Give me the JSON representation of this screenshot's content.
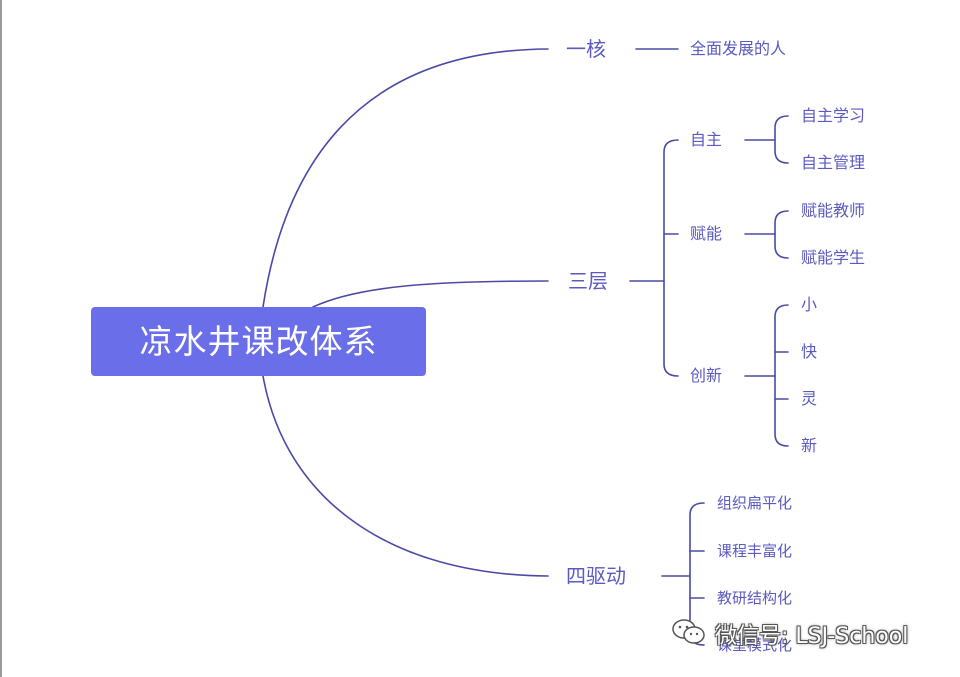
{
  "diagram": {
    "root": "凉水井课改体系",
    "branches": [
      {
        "label": "一核",
        "children": [
          {
            "label": "全面发展的人",
            "children": []
          }
        ]
      },
      {
        "label": "三层",
        "children": [
          {
            "label": "自主",
            "children": [
              "自主学习",
              "自主管理"
            ]
          },
          {
            "label": "赋能",
            "children": [
              "赋能教师",
              "赋能学生"
            ]
          },
          {
            "label": "创新",
            "children": [
              "小",
              "快",
              "灵",
              "新"
            ]
          }
        ]
      },
      {
        "label": "四驱动",
        "children": [
          {
            "label": "组织扁平化",
            "children": []
          },
          {
            "label": "课程丰富化",
            "children": []
          },
          {
            "label": "教研结构化",
            "children": []
          },
          {
            "label": "课堂模式化",
            "children": []
          }
        ]
      }
    ]
  },
  "watermark": {
    "text": "微信号: LSJ-School",
    "icon": "wechat-icon"
  },
  "colors": {
    "root_fill": "#6a6ee8",
    "node_text": "#5a5ac0",
    "link": "#4a4aa6"
  }
}
